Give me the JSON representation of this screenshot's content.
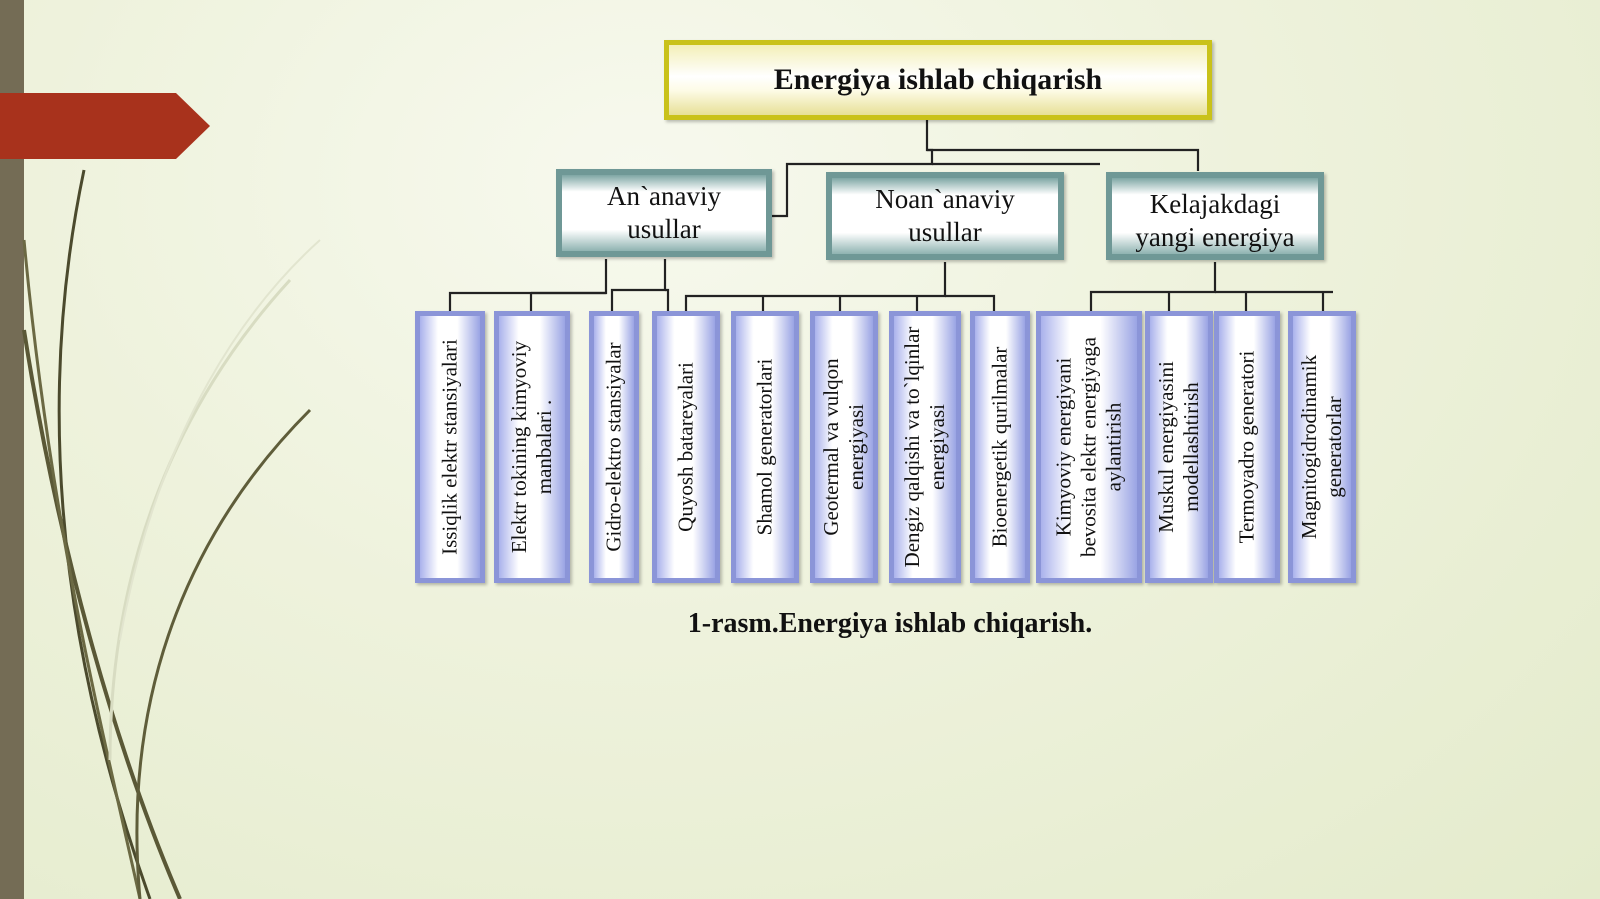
{
  "diagram": {
    "root": "Energiya ishlab chiqarish",
    "categories": [
      {
        "label": "An`anaviy usullar"
      },
      {
        "label": "Noan`anaviy usullar"
      },
      {
        "label": "Kelajakdagi yangi energiya"
      }
    ],
    "leaves": [
      "Issiqlik elektr stansiyalari",
      "Elektr tokining kimyoviy manbalari .",
      "Gidro-elektro stansiyalar",
      "Quyosh  batareyalari",
      "Shamol generatorlari",
      "Geotermal va vulqon energiyasi",
      "Dengiz qalqishi va to`lqinlar energiyasi",
      "Bioenergetik qurilmalar",
      "Kimyoviy energiyani bevosita  elektr energiyaga aylantirish",
      "Muskul energiyasini modellashtirish",
      "Termoyadro generatori",
      "Magnitogidrodinamik generatorlar"
    ],
    "caption": "1-rasm.Energiya ishlab chiqarish."
  },
  "colors": {
    "sidebar": "#746c55",
    "arrow": "#a8321c",
    "root_border": "#c9c21a",
    "category_border": "#6f9896",
    "leaf_border": "#8b95d8",
    "connector": "#222222"
  }
}
